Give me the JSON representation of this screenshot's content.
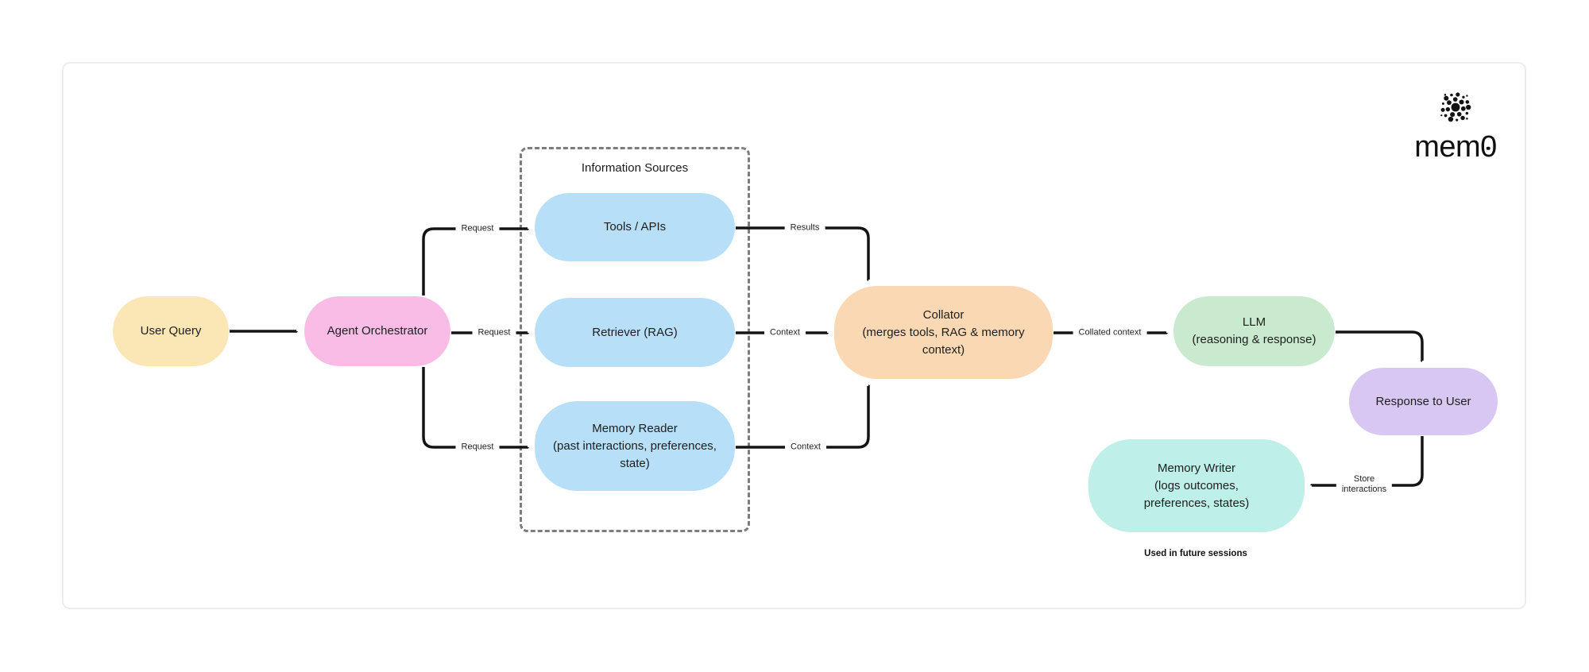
{
  "logo": {
    "text_prefix": "mem",
    "text_zero": "0"
  },
  "group": {
    "title": "Information Sources"
  },
  "nodes": {
    "user_query": {
      "label": "User Query",
      "color": "#FBE6B5"
    },
    "agent_orchestrator": {
      "label": "Agent Orchestrator",
      "color": "#F9BCE6"
    },
    "tools_apis": {
      "label": "Tools / APIs",
      "color": "#B7DFF8"
    },
    "retriever": {
      "label": "Retriever (RAG)",
      "color": "#B7DFF8"
    },
    "memory_reader": {
      "line1": "Memory Reader",
      "line2": "(past interactions, preferences,",
      "line3": "state)",
      "color": "#B7DFF8"
    },
    "collator": {
      "line1": "Collator",
      "line2": "(merges tools, RAG & memory",
      "line3": "context)",
      "color": "#FAD8B3"
    },
    "llm": {
      "line1": "LLM",
      "line2": "(reasoning & response)",
      "color": "#C9EACF"
    },
    "response_to_user": {
      "label": "Response to User",
      "color": "#D9C7F3"
    },
    "memory_writer": {
      "line1": "Memory Writer",
      "line2": "(logs outcomes,",
      "line3": "preferences, states)",
      "color": "#BEEFE8"
    }
  },
  "edge_labels": {
    "request_top": "Request",
    "request_mid": "Request",
    "request_bottom": "Request",
    "results": "Results",
    "context_mid": "Context",
    "context_bottom": "Context",
    "collated_context": "Collated context",
    "store_line1": "Store",
    "store_line2": "interactions",
    "future_note": "Used in future sessions"
  },
  "colors": {
    "arrow": "#141414",
    "dashed_border": "#7d7d7d",
    "text": "#1e1e1e"
  }
}
